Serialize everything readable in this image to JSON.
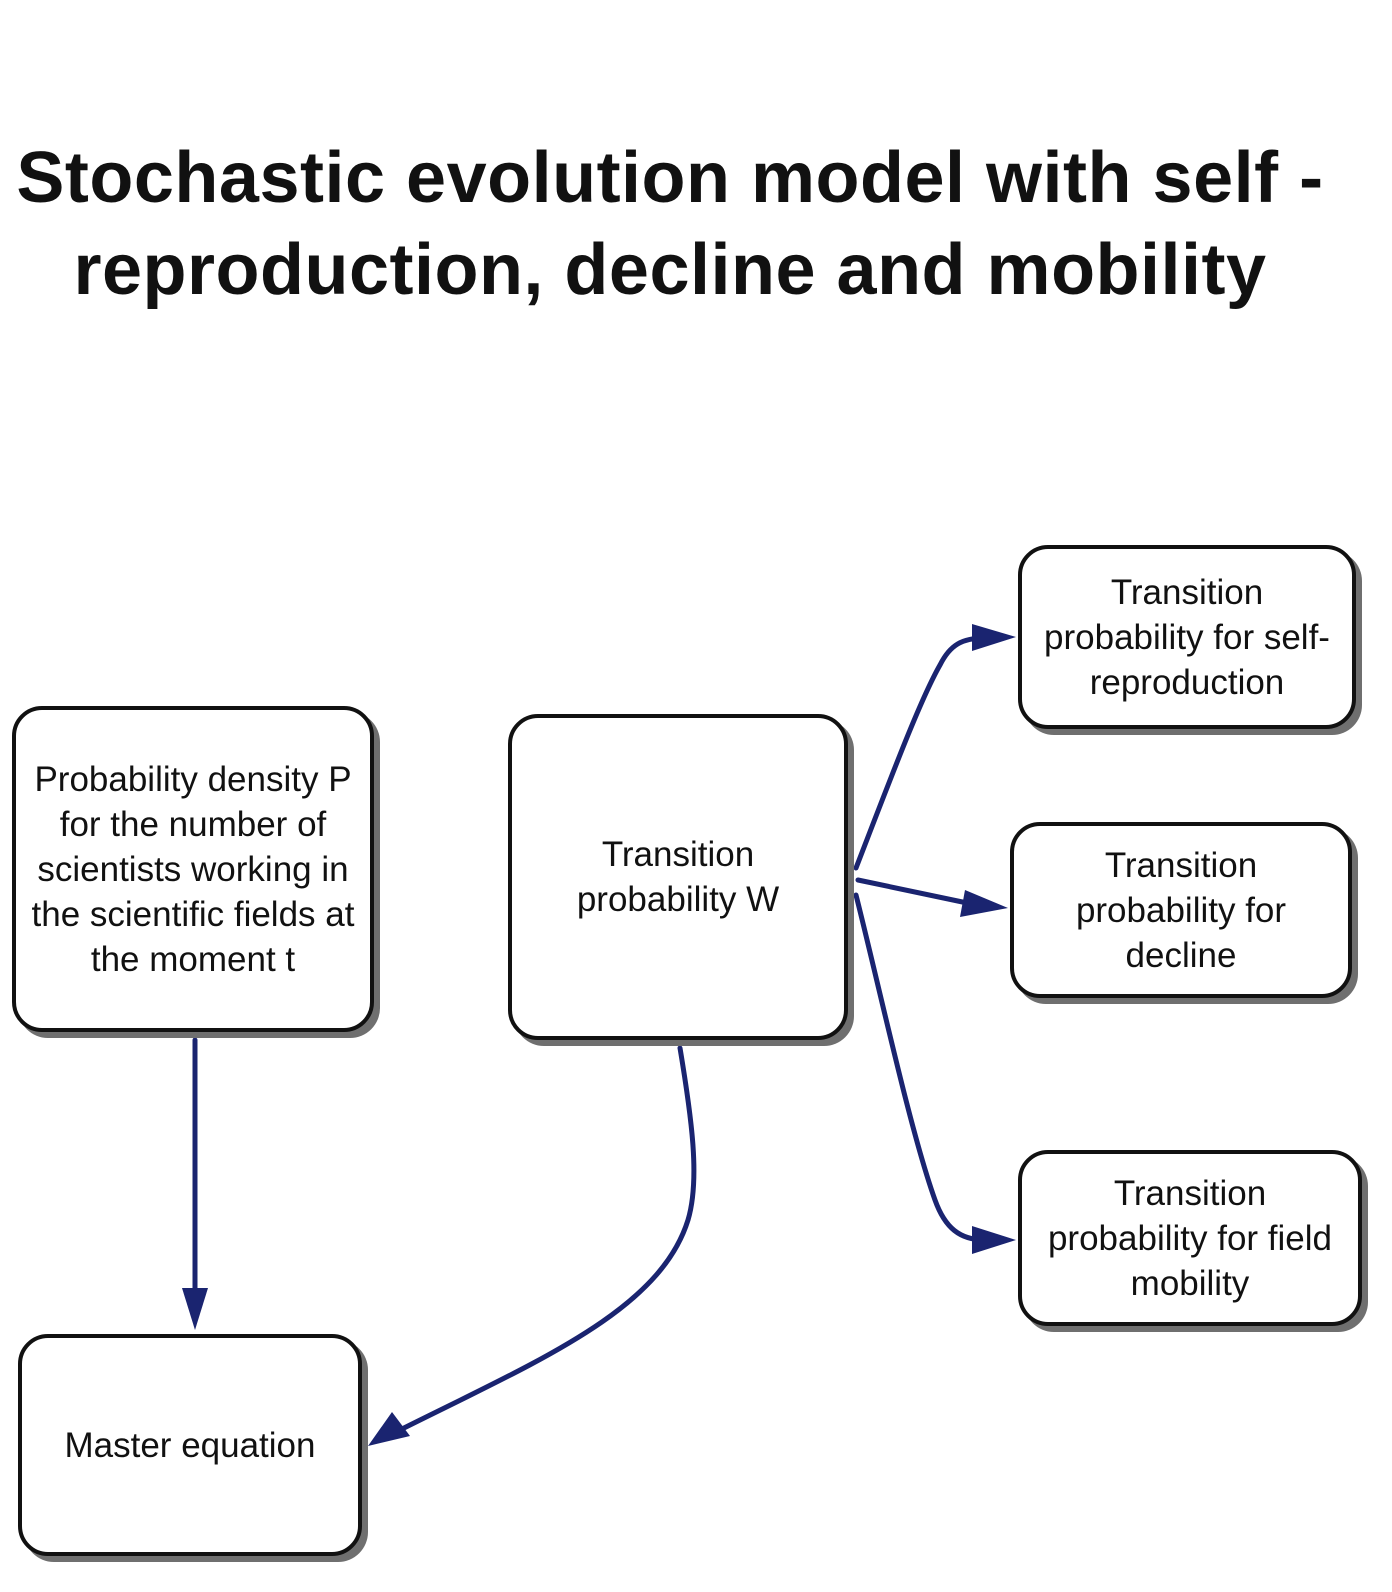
{
  "title": {
    "line1": "Stochastic evolution model with self -",
    "line2": "reproduction, decline and mobility"
  },
  "nodes": {
    "density": "Probability density P  for the number of scientists working in the scientific fields at the moment t",
    "transition_w": "Transition probability W",
    "master": "Master equation",
    "self_reproduction": "Transition probability for self-reproduction",
    "decline": "Transition probability for decline",
    "field_mobility": "Transition probability for field mobility"
  },
  "edges": [
    {
      "from": "density",
      "to": "master"
    },
    {
      "from": "transition_w",
      "to": "master"
    },
    {
      "from": "transition_w",
      "to": "self_reproduction"
    },
    {
      "from": "transition_w",
      "to": "decline"
    },
    {
      "from": "transition_w",
      "to": "field_mobility"
    }
  ],
  "colors": {
    "arrow": "#1a2470",
    "border": "#111111",
    "shadow": "#6f6f6f"
  }
}
